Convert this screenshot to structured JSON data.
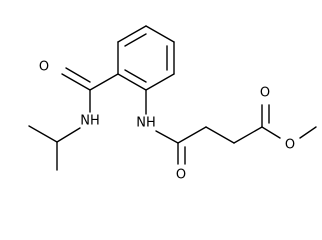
{
  "molecule": {
    "atoms": {
      "o_amide_top": "O",
      "n_isopropyl": "NH",
      "n_anilide": "NH",
      "o_amide_bottom": "O",
      "o_ester_carbonyl": "O",
      "o_ester_methoxy": "O"
    }
  },
  "colors": {
    "bond": "#000000",
    "label": "#000000",
    "background": "#ffffff"
  }
}
